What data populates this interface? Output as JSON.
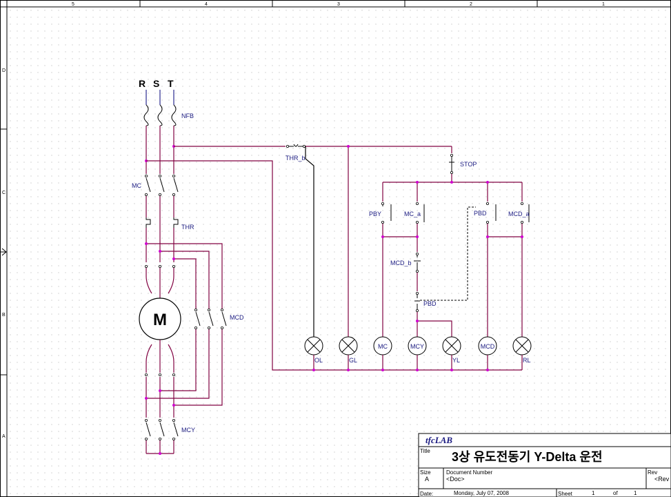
{
  "border": {
    "columns": [
      "5",
      "4",
      "3",
      "2",
      "1"
    ],
    "rows": [
      "D",
      "C",
      "B",
      "A"
    ]
  },
  "power": {
    "phases": [
      "R",
      "S",
      "T"
    ],
    "nfb": "NFB",
    "mc": "MC",
    "thr": "THR",
    "mcd": "MCD",
    "mcy": "MCY",
    "motor": "M"
  },
  "control": {
    "thr_b": "THR_b",
    "stop": "STOP",
    "pby": "PBY",
    "mc_a": "MC_a",
    "pbd_top": "PBD",
    "mcd_a": "MCD_a",
    "mcd_b": "MCD_b",
    "pbd_bottom": "PBD"
  },
  "lamps": {
    "ol": "OL",
    "gl": "GL",
    "mc": "MC",
    "mcy": "MCY",
    "yl": "YL",
    "mcd": "MCD",
    "rl": "RL"
  },
  "title_block": {
    "logo": "tfcLAB",
    "title_label": "Title",
    "title": "3상 유도전동기 Y-Delta 운전",
    "size_label": "Size",
    "size": "A",
    "docnum_label": "Document Number",
    "docnum": "<Doc>",
    "rev_label": "Rev",
    "rev": "<Rev",
    "date_label": "Date:",
    "date": "Monday, July 07, 2008",
    "sheet_label": "Sheet",
    "sheet_num": "1",
    "of_label": "of",
    "sheet_total": "1"
  }
}
